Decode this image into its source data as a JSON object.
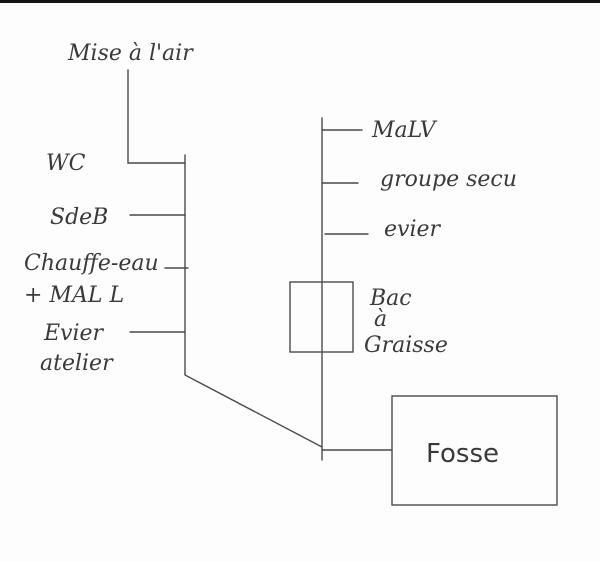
{
  "labels": {
    "vent": "Mise à l'air",
    "wc": "WC",
    "sdb": "SdeB",
    "water_heater_1": "Chauffe-eau",
    "water_heater_2": "+ MAL L",
    "sink_workshop_1": "Evier",
    "sink_workshop_2": "atelier",
    "malv": "MaLV",
    "safety_group": "groupe secu",
    "sink": "evier",
    "grease_trap_1": "Bac",
    "grease_trap_2": "à",
    "grease_trap_3": "Graisse",
    "septic_tank": "Fosse"
  },
  "colors": {
    "ink": "#4a4a4a",
    "paper": "#fdfdfd"
  }
}
